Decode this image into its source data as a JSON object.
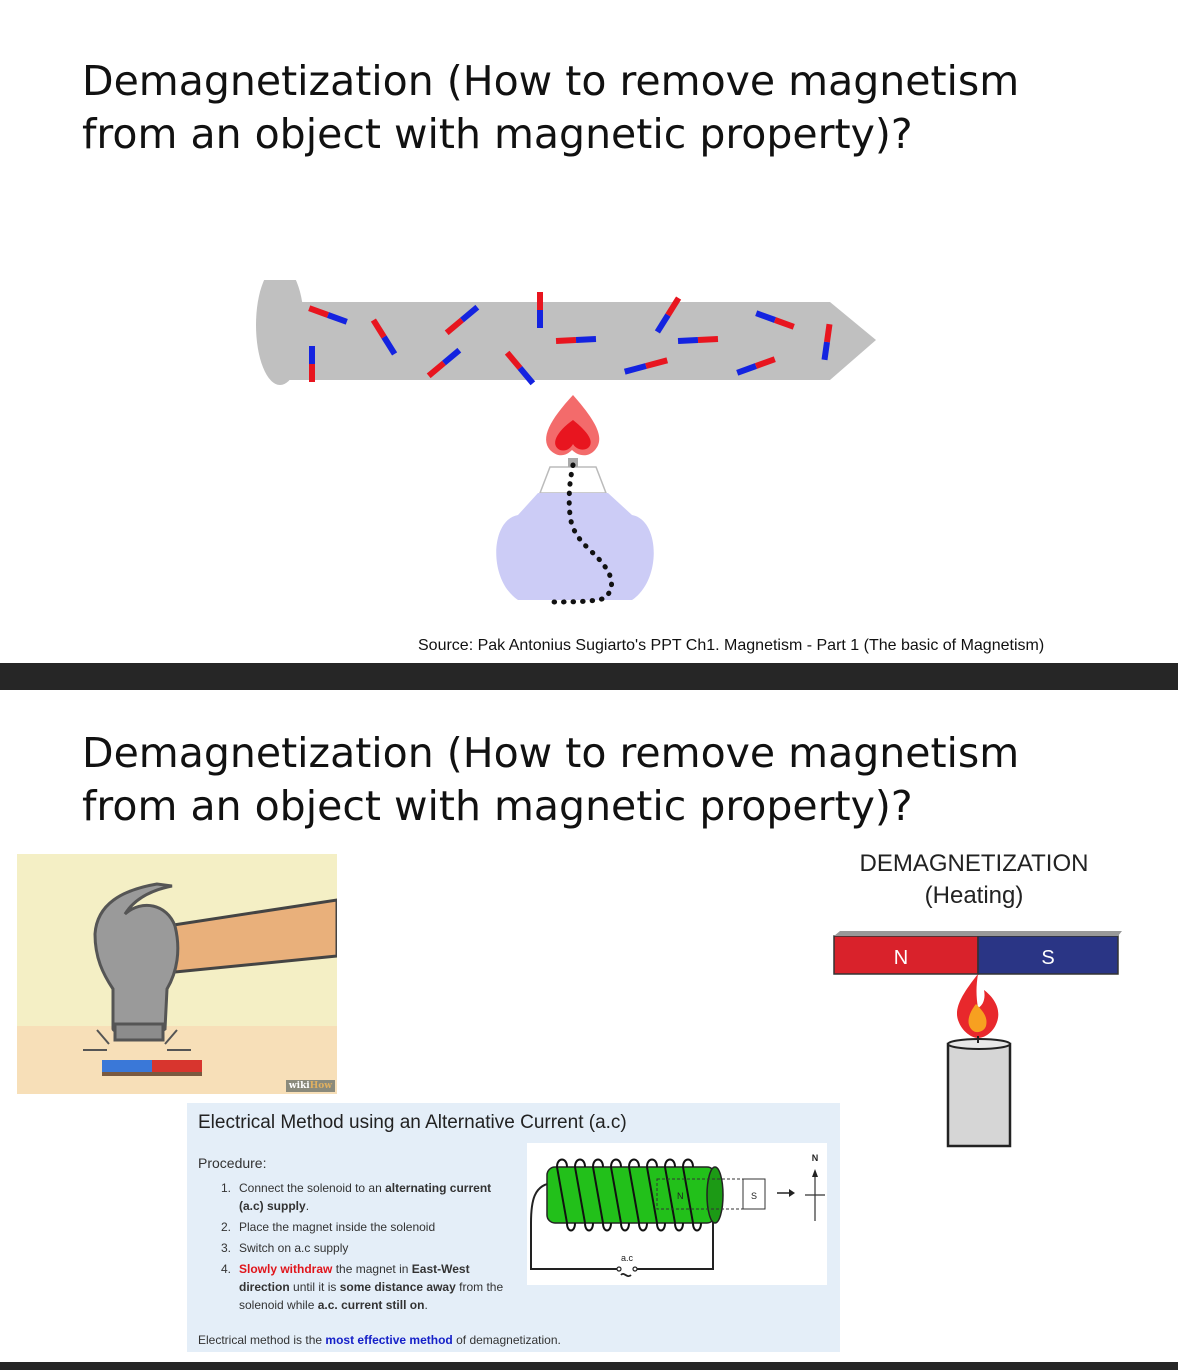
{
  "slide1": {
    "title_line1": "Demagnetization (How to remove magnetism",
    "title_line2": "from an object with magnetic property)?",
    "source": "Source: Pak Antonius Sugiarto's PPT Ch1. Magnetism - Part 1 (The basic of Magnetism)"
  },
  "slide2": {
    "title_line1": "Demagnetization (How to remove magnetism",
    "title_line2": "from an object with magnetic property)?",
    "hammer_watermark_a": "wiki",
    "hammer_watermark_b": "How",
    "heating": {
      "title_line1": "DEMAGNETIZATION",
      "title_line2": "(Heating)",
      "north": "N",
      "south": "S"
    },
    "electrical": {
      "title": "Electrical Method using an Alternative Current (a.c)",
      "procedure_label": "Procedure:",
      "step1_num": "1.",
      "step1_a": "Connect the solenoid to an",
      "step1_b": "alternating current (a.c) supply",
      "step1_c": ".",
      "step2_num": "2.",
      "step2": "Place the magnet inside the solenoid",
      "step3_num": "3.",
      "step3": "Switch on a.c supply",
      "step4_num": "4.",
      "step4_a": "Slowly withdraw",
      "step4_b": "the magnet in",
      "step4_c": "East-West direction",
      "step4_d": "until it is",
      "step4_e": "some distance away",
      "step4_f": "from the solenoid while",
      "step4_g": "a.c. current still on",
      "step4_h": ".",
      "footer_a": "Electrical method is the",
      "footer_b": "most effective method",
      "footer_c": "of demagnetization.",
      "diagram_n": "N",
      "diagram_s": "S",
      "compass_n": "N",
      "ac_label": "a.c"
    }
  },
  "colors": {
    "magnet_red": "#e8151f",
    "magnet_blue": "#1423e0",
    "bar_grey": "#c0c0c0",
    "burner_lilac": "#ccccf6",
    "heat_red": "#d9222b",
    "heat_navy": "#2a3585",
    "solenoid_green": "#22c01a",
    "divider": "#262626"
  }
}
